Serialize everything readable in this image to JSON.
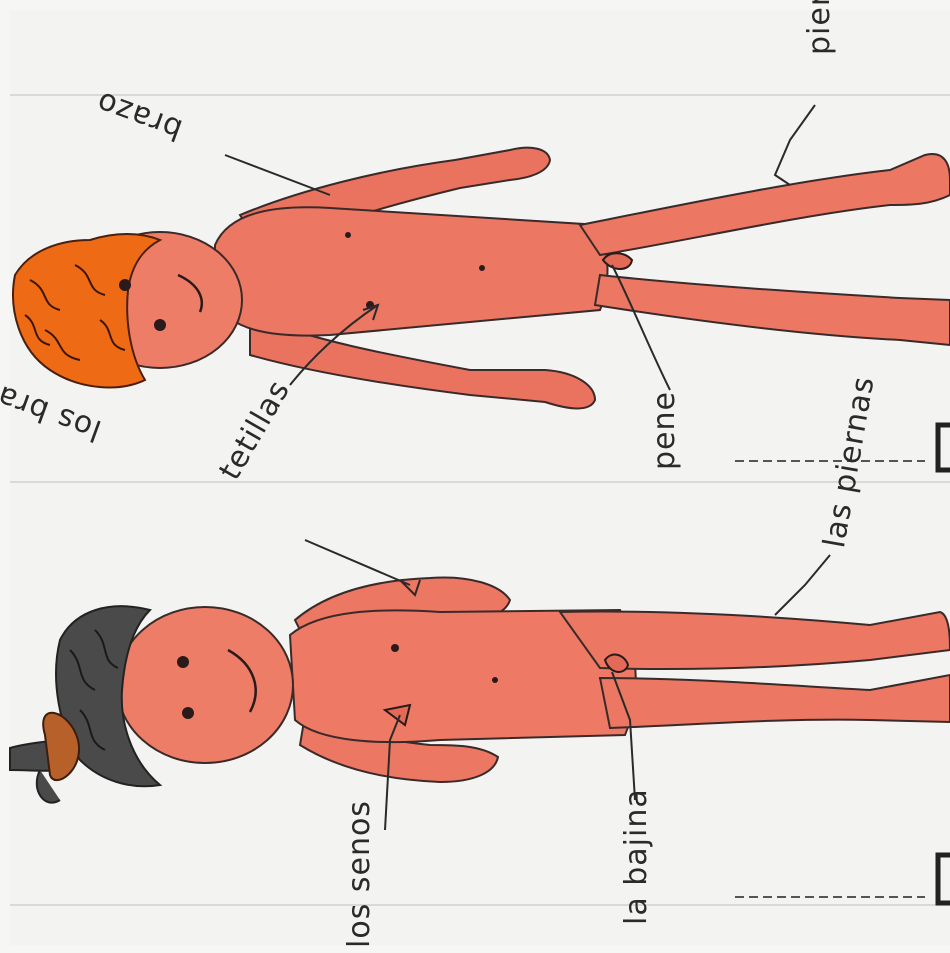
{
  "labels": {
    "brazo_top": "brazo",
    "pierna_top": "pierna",
    "tetillas": "tetillas",
    "pene": "pene",
    "los_brazos": "los brazos",
    "las_piernas": "las piernas",
    "los_senos": "los senos",
    "la_bajina": "la bajina"
  },
  "colors": {
    "paper": "#f6f6f4",
    "rule_line": "#c9c9c9",
    "skin": "#e9735f",
    "skin_light": "#f09a87",
    "outline": "#3a2a2a",
    "hair_boy": "#ef6a14",
    "hair_girl": "#4a4a4a",
    "ribbon": "#b8602a"
  }
}
